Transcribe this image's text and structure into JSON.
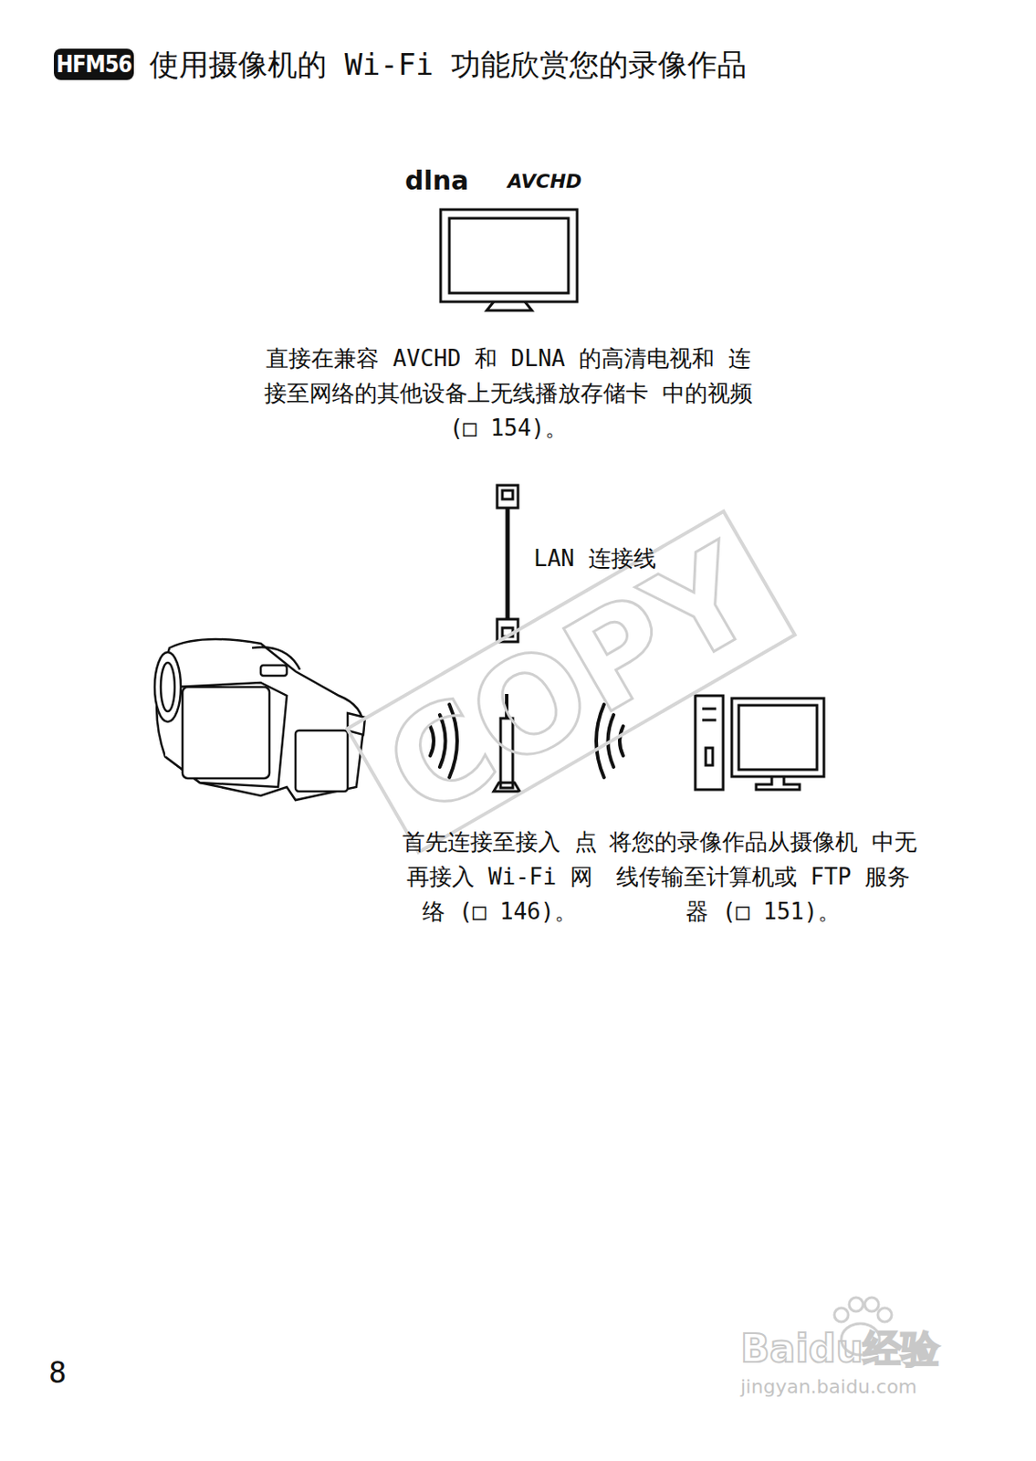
{
  "diagram": {
    "title": "使用摄像机的 Wi-Fi 功能欣赏您的录像作品",
    "nodes": [
      {
        "text": [
          "直接在兼容 AVCHD 和 DLNA 的高清电视和 连接至网络的其他设备上无线播放存储卡 中的视频 (□ 154)。"
        ]
      },
      {
        "text": [
          "首先连接至接入 点再接入 Wi-Fi 网络 (□ 146)。"
        ]
      },
      {
        "text": [
          "将您的录像作品从摄像机 中无线传输至计算机或 FTP 服务器 (□ 151)。"
        ]
      }
    ],
    "labels": [
      "HFM56",
      "dlna",
      "AVCHD",
      "LAN 连接线",
      "COPY",
      "8",
      "Baidu经验",
      "jingyan.baidu.com"
    ]
  }
}
